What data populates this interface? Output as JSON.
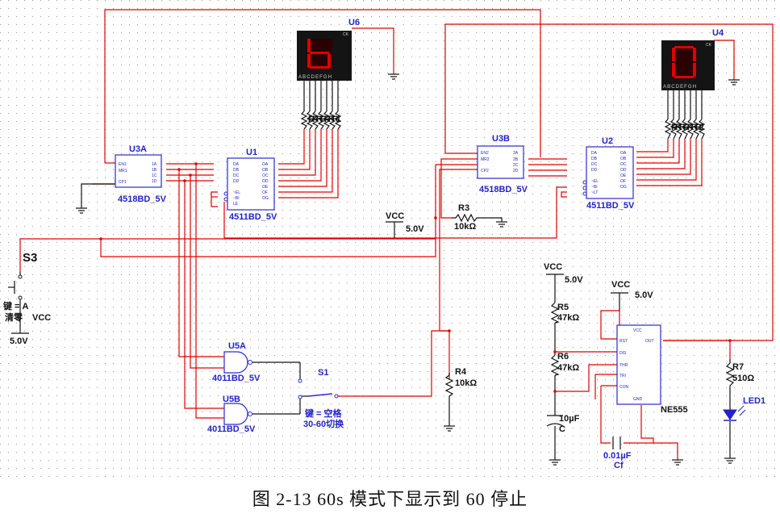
{
  "caption": "图 2-13  60s 模式下显示到 60 停止",
  "components": {
    "u6": {
      "ref": "U6",
      "digit": "6",
      "letters": "ABCDEFGH",
      "tag": "CK"
    },
    "u4": {
      "ref": "U4",
      "digit": "0",
      "letters": "ABCDEFGH",
      "tag": "CK"
    },
    "u3a": {
      "ref": "U3A",
      "part": "4518BD_5V",
      "pins_left": [
        "EN1",
        "MR1",
        "CP1"
      ],
      "pins_right": [
        "1A",
        "1B",
        "1C",
        "1D"
      ]
    },
    "u3b": {
      "ref": "U3B",
      "part": "4518BD_5V",
      "pins_left": [
        "EN2",
        "MR2",
        "CP2"
      ],
      "pins_right": [
        "2A",
        "2B",
        "2C",
        "2D"
      ]
    },
    "u1": {
      "ref": "U1",
      "part": "4511BD_5V",
      "pins_left": [
        "DA",
        "DB",
        "DC",
        "DD",
        "~EL",
        "~BI",
        "LE"
      ],
      "pins_right": [
        "OA",
        "OB",
        "OC",
        "OD",
        "OE",
        "OF",
        "OG"
      ]
    },
    "u2": {
      "ref": "U2",
      "part": "4511BD_5V",
      "pins_left": [
        "DA",
        "DB",
        "DC",
        "DD",
        "~EL",
        "~BI",
        "~LT"
      ],
      "pins_right": [
        "OA",
        "OB",
        "OC",
        "OD",
        "OE",
        "OF",
        "OG"
      ]
    },
    "u5a": {
      "ref": "U5A",
      "part": "4011BD_5V"
    },
    "u5b": {
      "ref": "U5B",
      "part": "4011BD_5V"
    },
    "ne555": {
      "ref": "NE555",
      "pins_left": [
        "RST",
        "DIS",
        "THR",
        "TRI",
        "CON"
      ],
      "pins_top": "VCC",
      "pins_right": "OUT",
      "pins_bottom": "GND"
    },
    "r3": {
      "ref": "R3",
      "value": "10kΩ"
    },
    "r4": {
      "ref": "R4",
      "value": "10kΩ"
    },
    "r5": {
      "ref": "R5",
      "value": "47kΩ"
    },
    "r6": {
      "ref": "R6",
      "value": "47kΩ"
    },
    "r7": {
      "ref": "R7",
      "value": "510Ω"
    },
    "c": {
      "ref": "C",
      "value": "10µF"
    },
    "cf": {
      "ref": "Cf",
      "value": "0.01µF"
    },
    "led1": {
      "ref": "LED1"
    },
    "s1": {
      "ref": "S1",
      "note_line1": "键 = 空格",
      "note_line2": "30-60切换"
    },
    "s3": {
      "ref": "S3",
      "note_line1": "键 = A",
      "note_line2": "清零"
    }
  },
  "power": {
    "vcc_label": "VCC",
    "volt_label": "5.0V"
  },
  "resistor_array_labels": {
    "u6": "RRRRRRR1",
    "u4": "RRRRRRR2"
  }
}
